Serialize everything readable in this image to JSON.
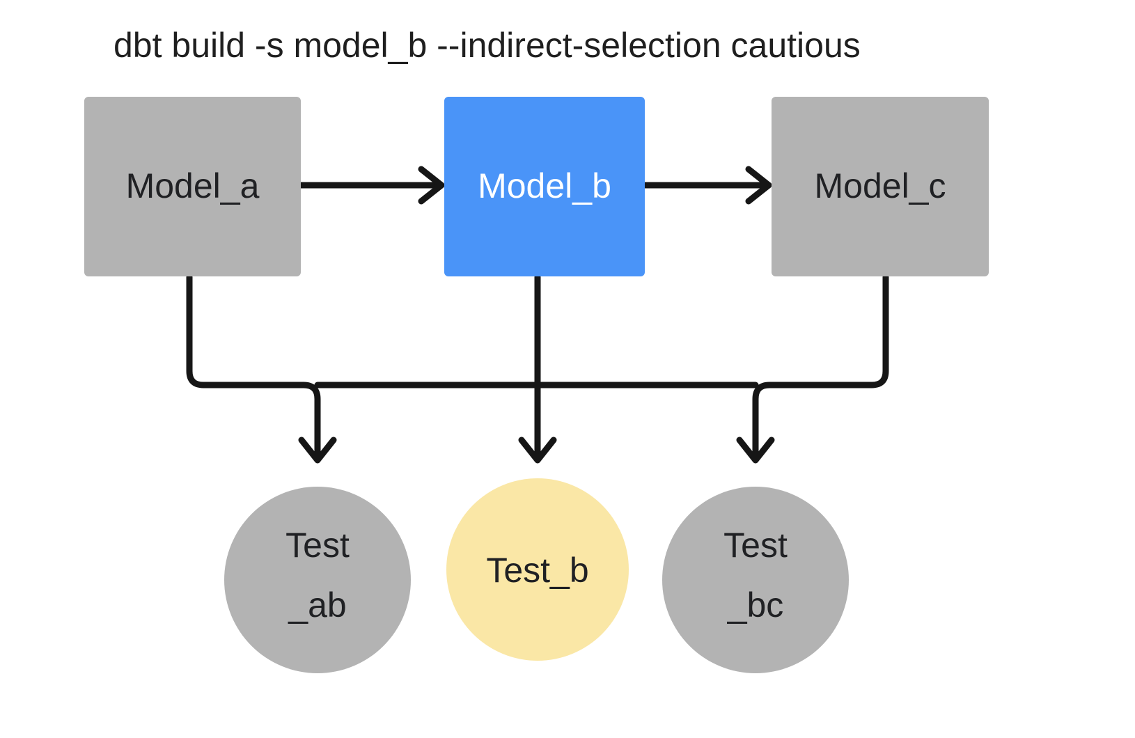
{
  "title": "dbt build -s model_b --indirect-selection cautious",
  "colors": {
    "background": "#ffffff",
    "model_default": "#b3b3b3",
    "model_selected": "#4a94f8",
    "test_default": "#b3b3b3",
    "test_highlight": "#fae7a6",
    "edge": "#161616",
    "text_dark": "#202124",
    "text_light": "#ffffff",
    "title_text": "#1f1f1f"
  },
  "models": [
    {
      "id": "model_a",
      "label": "Model_a",
      "state": "unselected",
      "fill": "#b3b3b3",
      "text_color": "#202124"
    },
    {
      "id": "model_b",
      "label": "Model_b",
      "state": "selected",
      "fill": "#4a94f8",
      "text_color": "#ffffff"
    },
    {
      "id": "model_c",
      "label": "Model_c",
      "state": "unselected",
      "fill": "#b3b3b3",
      "text_color": "#202124"
    }
  ],
  "tests": [
    {
      "id": "test_ab",
      "label_line1": "Test",
      "label_line2": "_ab",
      "state": "not_run",
      "fill": "#b3b3b3",
      "text_color": "#202124"
    },
    {
      "id": "test_b",
      "label_line1": "Test_b",
      "label_line2": "",
      "state": "run",
      "fill": "#fae7a6",
      "text_color": "#202124"
    },
    {
      "id": "test_bc",
      "label_line1": "Test",
      "label_line2": "_bc",
      "state": "not_run",
      "fill": "#b3b3b3",
      "text_color": "#202124"
    }
  ],
  "edges": [
    {
      "id": "edge-model-a-to-model-b",
      "from": "model_a",
      "to": "model_b",
      "kind": "horizontal-arrow"
    },
    {
      "id": "edge-model-a-to-test-ab",
      "from": "model_a",
      "to": "test_ab",
      "kind": "orthogonal-arrow"
    },
    {
      "id": "edge-model-b-to-model-c",
      "from": "model_b",
      "to": "model_c",
      "kind": "horizontal-arrow"
    },
    {
      "id": "edge-model-b-to-test-ab",
      "from": "model_b",
      "to": "test_ab",
      "kind": "orthogonal-arrow"
    },
    {
      "id": "edge-model-b-to-test-b",
      "from": "model_b",
      "to": "test_b",
      "kind": "vertical-arrow"
    },
    {
      "id": "edge-model-b-to-test-bc",
      "from": "model_b",
      "to": "test_bc",
      "kind": "orthogonal-arrow"
    },
    {
      "id": "edge-model-c-to-test-bc",
      "from": "model_c",
      "to": "test_bc",
      "kind": "orthogonal-arrow"
    }
  ]
}
